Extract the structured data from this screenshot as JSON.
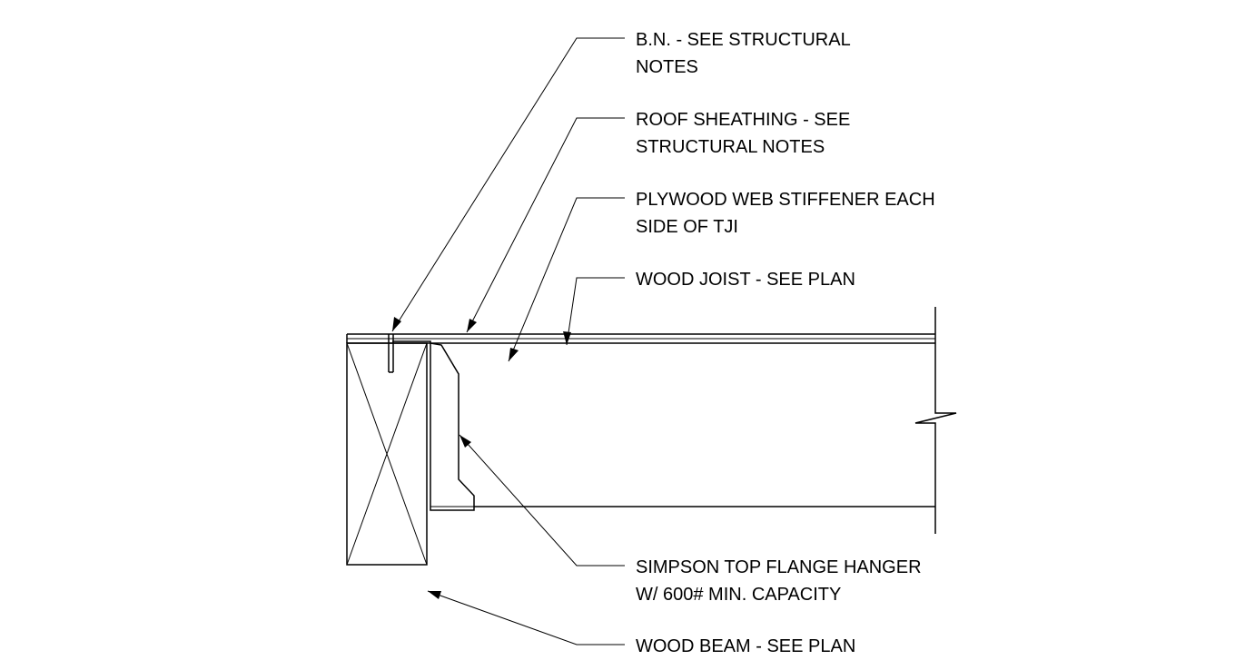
{
  "labels": {
    "bn": [
      "B.N. - SEE STRUCTURAL",
      "NOTES"
    ],
    "roof_sheathing": [
      "ROOF SHEATHING - SEE",
      "STRUCTURAL NOTES"
    ],
    "web_stiffener": [
      "PLYWOOD WEB STIFFENER EACH",
      "SIDE OF TJI"
    ],
    "wood_joist": [
      "WOOD JOIST - SEE PLAN"
    ],
    "hanger": [
      "SIMPSON TOP FLANGE HANGER",
      "W/ 600# MIN. CAPACITY"
    ],
    "wood_beam": [
      "WOOD BEAM - SEE PLAN"
    ]
  }
}
